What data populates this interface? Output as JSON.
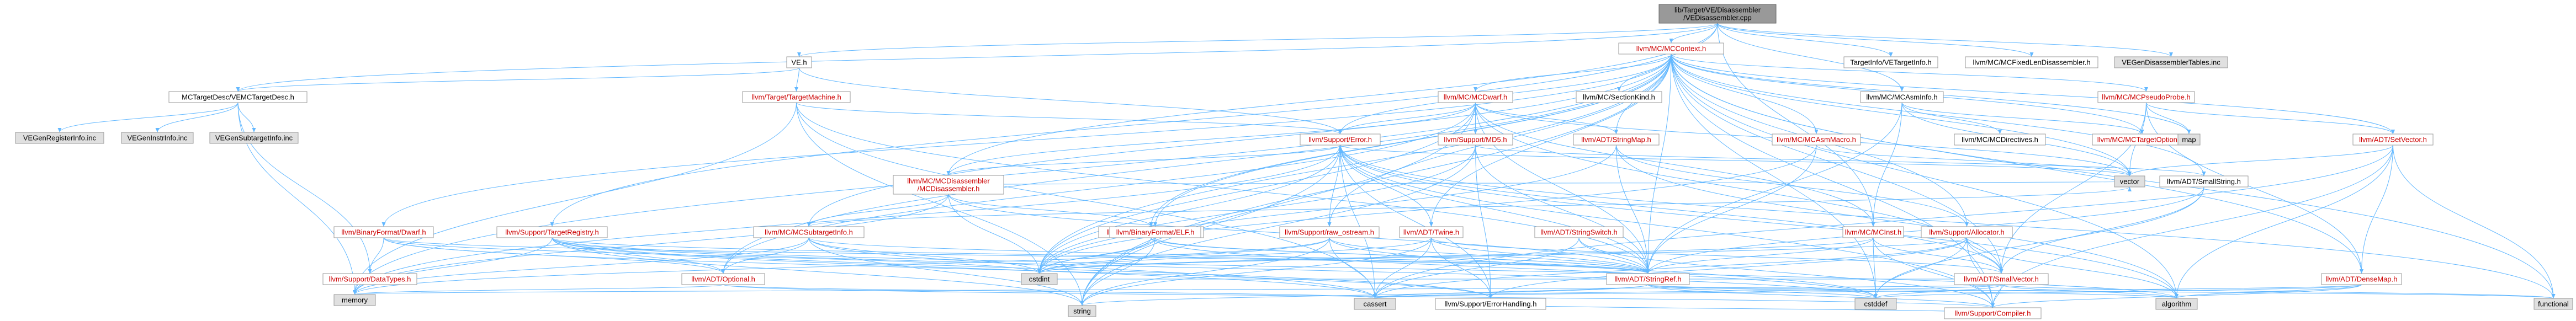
{
  "colors": {
    "edge": "#63b8ff",
    "node_border": "#999999",
    "link_text": "#cc0000",
    "external_fill": "#e0e0e0",
    "root_fill": "#999999"
  },
  "nodes": [
    {
      "id": "root",
      "lines": [
        "lib/Target/VE/Disassembler",
        "/VEDisassembler.cpp"
      ],
      "kind": "root"
    },
    {
      "id": "mcctx",
      "lines": [
        "llvm/MC/MCContext.h"
      ],
      "kind": "link"
    },
    {
      "id": "veh",
      "lines": [
        "VE.h"
      ],
      "kind": "plain"
    },
    {
      "id": "tinfo",
      "lines": [
        "TargetInfo/VETargetInfo.h"
      ],
      "kind": "plain"
    },
    {
      "id": "fixedlen",
      "lines": [
        "llvm/MC/MCFixedLenDisassembler.h"
      ],
      "kind": "plain"
    },
    {
      "id": "vegendis",
      "lines": [
        "VEGenDisassemblerTables.inc"
      ],
      "kind": "ext"
    },
    {
      "id": "vetd",
      "lines": [
        "MCTargetDesc/VEMCTargetDesc.h"
      ],
      "kind": "plain"
    },
    {
      "id": "ttm",
      "lines": [
        "llvm/Target/TargetMachine.h"
      ],
      "kind": "link"
    },
    {
      "id": "mcdis",
      "lines": [
        "llvm/MC/MCDisassembler",
        "/MCDisassembler.h"
      ],
      "kind": "link"
    },
    {
      "id": "mcdwarf",
      "lines": [
        "llvm/MC/MCDwarf.h"
      ],
      "kind": "link"
    },
    {
      "id": "mcseckind",
      "lines": [
        "llvm/MC/SectionKind.h"
      ],
      "kind": "plain"
    },
    {
      "id": "mcasminfo",
      "lines": [
        "llvm/MC/MCAsmInfo.h"
      ],
      "kind": "plain"
    },
    {
      "id": "pseudoprobe",
      "lines": [
        "llvm/MC/MCPseudoProbe.h"
      ],
      "kind": "link"
    },
    {
      "id": "vegenreg",
      "lines": [
        "VEGenRegisterInfo.inc"
      ],
      "kind": "ext"
    },
    {
      "id": "vegeninstr",
      "lines": [
        "VEGenInstrInfo.inc"
      ],
      "kind": "ext"
    },
    {
      "id": "vegensub",
      "lines": [
        "VEGenSubtargetInfo.inc"
      ],
      "kind": "ext"
    },
    {
      "id": "mcsubinfo",
      "lines": [
        "llvm/MC/MCSubtargetInfo.h"
      ],
      "kind": "link"
    },
    {
      "id": "supporterror",
      "lines": [
        "llvm/Support/Error.h"
      ],
      "kind": "link"
    },
    {
      "id": "supportmd5",
      "lines": [
        "llvm/Support/MD5.h"
      ],
      "kind": "link"
    },
    {
      "id": "adtstringmap",
      "lines": [
        "llvm/ADT/StringMap.h"
      ],
      "kind": "link"
    },
    {
      "id": "mcasmmacro",
      "lines": [
        "llvm/MC/MCAsmMacro.h"
      ],
      "kind": "link"
    },
    {
      "id": "mcdirectives",
      "lines": [
        "llvm/MC/MCDirectives.h"
      ],
      "kind": "plain"
    },
    {
      "id": "mctargetopts",
      "lines": [
        "llvm/MC/MCTargetOptions.h"
      ],
      "kind": "link"
    },
    {
      "id": "map",
      "lines": [
        "map"
      ],
      "kind": "ext"
    },
    {
      "id": "setvector",
      "lines": [
        "llvm/ADT/SetVector.h"
      ],
      "kind": "link"
    },
    {
      "id": "bindwarf",
      "lines": [
        "llvm/BinaryFormat/Dwarf.h"
      ],
      "kind": "link"
    },
    {
      "id": "targetreg",
      "lines": [
        "llvm/Support/TargetRegistry.h"
      ],
      "kind": "link"
    },
    {
      "id": "binxcoff",
      "lines": [
        "llvm/BinaryFormat/XCOFF.h"
      ],
      "kind": "link"
    },
    {
      "id": "binelf",
      "lines": [
        "llvm/BinaryFormat/ELF.h"
      ],
      "kind": "link"
    },
    {
      "id": "rawostream",
      "lines": [
        "llvm/Support/raw_ostream.h"
      ],
      "kind": "link"
    },
    {
      "id": "adttwine",
      "lines": [
        "llvm/ADT/Twine.h"
      ],
      "kind": "link"
    },
    {
      "id": "stringswitch",
      "lines": [
        "llvm/ADT/StringSwitch.h"
      ],
      "kind": "link"
    },
    {
      "id": "mcinst",
      "lines": [
        "llvm/MC/MCInst.h"
      ],
      "kind": "link"
    },
    {
      "id": "supalloc",
      "lines": [
        "llvm/Support/Allocator.h"
      ],
      "kind": "link"
    },
    {
      "id": "vector",
      "lines": [
        "vector"
      ],
      "kind": "ext"
    },
    {
      "id": "smallstring",
      "lines": [
        "llvm/ADT/SmallString.h"
      ],
      "kind": "plain"
    },
    {
      "id": "datatypes",
      "lines": [
        "llvm/Support/DataTypes.h"
      ],
      "kind": "link"
    },
    {
      "id": "adtoptional",
      "lines": [
        "llvm/ADT/Optional.h"
      ],
      "kind": "link"
    },
    {
      "id": "cstdint",
      "lines": [
        "cstdint"
      ],
      "kind": "ext"
    },
    {
      "id": "stringref",
      "lines": [
        "llvm/ADT/StringRef.h"
      ],
      "kind": "link"
    },
    {
      "id": "smallvector",
      "lines": [
        "llvm/ADT/SmallVector.h"
      ],
      "kind": "link"
    },
    {
      "id": "densemap",
      "lines": [
        "llvm/ADT/DenseMap.h"
      ],
      "kind": "link"
    },
    {
      "id": "memory",
      "lines": [
        "memory"
      ],
      "kind": "ext"
    },
    {
      "id": "cassert",
      "lines": [
        "cassert"
      ],
      "kind": "ext"
    },
    {
      "id": "errhandling",
      "lines": [
        "llvm/Support/ErrorHandling.h"
      ],
      "kind": "plain"
    },
    {
      "id": "cstddef",
      "lines": [
        "cstddef"
      ],
      "kind": "ext"
    },
    {
      "id": "algorithm",
      "lines": [
        "algorithm"
      ],
      "kind": "ext"
    },
    {
      "id": "functional",
      "lines": [
        "functional"
      ],
      "kind": "ext"
    },
    {
      "id": "string",
      "lines": [
        "string"
      ],
      "kind": "ext"
    },
    {
      "id": "compiler",
      "lines": [
        "llvm/Support/Compiler.h"
      ],
      "kind": "link"
    }
  ],
  "edges": [
    [
      "root",
      "mcctx"
    ],
    [
      "root",
      "veh"
    ],
    [
      "root",
      "tinfo"
    ],
    [
      "root",
      "fixedlen"
    ],
    [
      "root",
      "vegendis"
    ],
    [
      "root",
      "vetd"
    ],
    [
      "root",
      "mcdis"
    ],
    [
      "root",
      "mcasminfo"
    ],
    [
      "root",
      "targetreg"
    ],
    [
      "root",
      "mcinst"
    ],
    [
      "veh",
      "vetd"
    ],
    [
      "veh",
      "ttm"
    ],
    [
      "veh",
      "supporterror"
    ],
    [
      "vetd",
      "vegenreg"
    ],
    [
      "vetd",
      "vegeninstr"
    ],
    [
      "vetd",
      "vegensub"
    ],
    [
      "vetd",
      "memory"
    ],
    [
      "vetd",
      "datatypes"
    ],
    [
      "mcctx",
      "mcdwarf"
    ],
    [
      "mcctx",
      "mcseckind"
    ],
    [
      "mcctx",
      "pseudoprobe"
    ],
    [
      "mcctx",
      "mcasmmacro"
    ],
    [
      "mcctx",
      "adtstringmap"
    ],
    [
      "mcctx",
      "setvector"
    ],
    [
      "mcctx",
      "mctargetopts"
    ],
    [
      "mcctx",
      "map"
    ],
    [
      "mcctx",
      "binxcoff"
    ],
    [
      "mcctx",
      "binelf"
    ],
    [
      "mcctx",
      "supalloc"
    ],
    [
      "mcctx",
      "supporterror"
    ],
    [
      "mcctx",
      "rawostream"
    ],
    [
      "mcctx",
      "adttwine"
    ],
    [
      "mcctx",
      "stringref"
    ],
    [
      "mcctx",
      "smallstring"
    ],
    [
      "mcctx",
      "smallvector"
    ],
    [
      "mcctx",
      "densemap"
    ],
    [
      "mcctx",
      "vector"
    ],
    [
      "mcctx",
      "memory"
    ],
    [
      "mcctx",
      "cstddef"
    ],
    [
      "mcctx",
      "cstdint"
    ],
    [
      "mcctx",
      "string"
    ],
    [
      "mcctx",
      "functional"
    ],
    [
      "mcctx",
      "algorithm"
    ],
    [
      "mcctx",
      "compiler"
    ],
    [
      "mcctx",
      "bindwarf"
    ],
    [
      "mcctx",
      "mcsubinfo"
    ],
    [
      "mcctx",
      "adtoptional"
    ],
    [
      "mcdwarf",
      "supportmd5"
    ],
    [
      "mcdwarf",
      "supporterror"
    ],
    [
      "mcdwarf",
      "adtstringmap"
    ],
    [
      "mcdwarf",
      "mcdis"
    ],
    [
      "mcdwarf",
      "stringref"
    ],
    [
      "mcdwarf",
      "adtoptional"
    ],
    [
      "mcdwarf",
      "cstdint"
    ],
    [
      "mcdwarf",
      "string"
    ],
    [
      "mcdwarf",
      "vector"
    ],
    [
      "mcdwarf",
      "smallvector"
    ],
    [
      "mcdwarf",
      "mcinst"
    ],
    [
      "mcasminfo",
      "mcdirectives"
    ],
    [
      "mcasminfo",
      "mctargetopts"
    ],
    [
      "mcasminfo",
      "vector"
    ],
    [
      "mcasminfo",
      "stringref"
    ],
    [
      "mcasminfo",
      "mcinst"
    ],
    [
      "pseudoprobe",
      "map"
    ],
    [
      "pseudoprobe",
      "vector"
    ],
    [
      "pseudoprobe",
      "smallvector"
    ],
    [
      "pseudoprobe",
      "densemap"
    ],
    [
      "pseudoprobe",
      "setvector"
    ],
    [
      "setvector",
      "vector"
    ],
    [
      "setvector",
      "densemap"
    ],
    [
      "setvector",
      "compiler"
    ],
    [
      "setvector",
      "cassert"
    ],
    [
      "setvector",
      "algorithm"
    ],
    [
      "setvector",
      "functional"
    ],
    [
      "ttm",
      "supporterror"
    ],
    [
      "ttm",
      "memory"
    ],
    [
      "ttm",
      "cassert"
    ],
    [
      "ttm",
      "string"
    ],
    [
      "ttm",
      "stringref"
    ],
    [
      "mcdis",
      "binxcoff"
    ],
    [
      "mcdis",
      "supporterror"
    ],
    [
      "mcdis",
      "mcsubinfo"
    ],
    [
      "mcdis",
      "cstdint"
    ],
    [
      "mcdis",
      "memory"
    ],
    [
      "mcdis",
      "vector"
    ],
    [
      "mcdis",
      "stringref"
    ],
    [
      "mcsubinfo",
      "adtoptional"
    ],
    [
      "mcsubinfo",
      "stringref"
    ],
    [
      "mcsubinfo",
      "string"
    ],
    [
      "mcsubinfo",
      "memory"
    ],
    [
      "mcsubinfo",
      "cstdint"
    ],
    [
      "mcsubinfo",
      "cassert"
    ],
    [
      "mcsubinfo",
      "vector"
    ],
    [
      "supporterror",
      "rawostream"
    ],
    [
      "supporterror",
      "adttwine"
    ],
    [
      "supporterror",
      "stringref"
    ],
    [
      "supporterror",
      "errhandling"
    ],
    [
      "supporterror",
      "cassert"
    ],
    [
      "supporterror",
      "cstdint"
    ],
    [
      "supporterror",
      "string"
    ],
    [
      "supporterror",
      "vector"
    ],
    [
      "supporterror",
      "memory"
    ],
    [
      "supporterror",
      "compiler"
    ],
    [
      "supporterror",
      "smallvector"
    ],
    [
      "supporterror",
      "algorithm"
    ],
    [
      "supporterror",
      "functional"
    ],
    [
      "supportmd5",
      "stringref"
    ],
    [
      "supportmd5",
      "cstdint"
    ],
    [
      "supportmd5",
      "string"
    ],
    [
      "supportmd5",
      "errhandling"
    ],
    [
      "supportmd5",
      "smallstring"
    ],
    [
      "adtstringmap",
      "stringref"
    ],
    [
      "adtstringmap",
      "supalloc"
    ],
    [
      "adtstringmap",
      "cstdint"
    ],
    [
      "adtstringmap",
      "algorithm"
    ],
    [
      "mcasmmacro",
      "stringref"
    ],
    [
      "mcasmmacro",
      "vector"
    ],
    [
      "mcasmmacro",
      "cstdint"
    ],
    [
      "bindwarf",
      "datatypes"
    ],
    [
      "bindwarf",
      "stringref"
    ],
    [
      "bindwarf",
      "adtoptional"
    ],
    [
      "bindwarf",
      "errhandling"
    ],
    [
      "bindwarf",
      "cstdint"
    ],
    [
      "targetreg",
      "adtoptional"
    ],
    [
      "targetreg",
      "stringref"
    ],
    [
      "targetreg",
      "cassert"
    ],
    [
      "targetreg",
      "memory"
    ],
    [
      "targetreg",
      "string"
    ],
    [
      "targetreg",
      "algorithm"
    ],
    [
      "targetreg",
      "cstddef"
    ],
    [
      "targetreg",
      "errhandling"
    ],
    [
      "binxcoff",
      "stringref"
    ],
    [
      "binxcoff",
      "cstdint"
    ],
    [
      "binxcoff",
      "cstddef"
    ],
    [
      "binelf",
      "stringref"
    ],
    [
      "binelf",
      "cstdint"
    ],
    [
      "binelf",
      "cstring"
    ],
    [
      "binelf",
      "string"
    ],
    [
      "rawostream",
      "stringref"
    ],
    [
      "rawostream",
      "cassert"
    ],
    [
      "rawostream",
      "cstdint"
    ],
    [
      "rawostream",
      "cstddef"
    ],
    [
      "rawostream",
      "string"
    ],
    [
      "rawostream",
      "memory"
    ],
    [
      "adttwine",
      "stringref"
    ],
    [
      "adttwine",
      "smallvector"
    ],
    [
      "adttwine",
      "errhandling"
    ],
    [
      "adttwine",
      "cassert"
    ],
    [
      "adttwine",
      "cstdint"
    ],
    [
      "adttwine",
      "string"
    ],
    [
      "stringswitch",
      "stringref"
    ],
    [
      "stringswitch",
      "compiler"
    ],
    [
      "stringswitch",
      "cassert"
    ],
    [
      "stringswitch",
      "cstring"
    ],
    [
      "mcinst",
      "stringref"
    ],
    [
      "mcinst",
      "smallvector"
    ],
    [
      "mcinst",
      "cstddef"
    ],
    [
      "mcinst",
      "cstdint"
    ],
    [
      "mcinst",
      "compiler"
    ],
    [
      "supalloc",
      "compiler"
    ],
    [
      "supalloc",
      "smallvector"
    ],
    [
      "supalloc",
      "errhandling"
    ],
    [
      "supalloc",
      "cassert"
    ],
    [
      "supalloc",
      "algorithm"
    ],
    [
      "supalloc",
      "cstddef"
    ],
    [
      "supalloc",
      "cstdint"
    ],
    [
      "smallstring",
      "stringref"
    ],
    [
      "smallstring",
      "smallvector"
    ],
    [
      "smallstring",
      "cstddef"
    ],
    [
      "adtoptional",
      "compiler"
    ],
    [
      "adtoptional",
      "cassert"
    ],
    [
      "adtoptional",
      "memory"
    ],
    [
      "stringref",
      "compiler"
    ],
    [
      "stringref",
      "cassert"
    ],
    [
      "stringref",
      "cstddef"
    ],
    [
      "stringref",
      "string"
    ],
    [
      "stringref",
      "algorithm"
    ],
    [
      "stringref",
      "functional"
    ],
    [
      "smallvector",
      "compiler"
    ],
    [
      "smallvector",
      "cassert"
    ],
    [
      "smallvector",
      "cstddef"
    ],
    [
      "smallvector",
      "cstdint"
    ],
    [
      "smallvector",
      "algorithm"
    ],
    [
      "smallvector",
      "functional"
    ],
    [
      "smallvector",
      "memory"
    ],
    [
      "densemap",
      "compiler"
    ],
    [
      "densemap",
      "cassert"
    ],
    [
      "densemap",
      "cstddef"
    ],
    [
      "densemap",
      "algorithm"
    ],
    [
      "errhandling",
      "compiler"
    ]
  ]
}
